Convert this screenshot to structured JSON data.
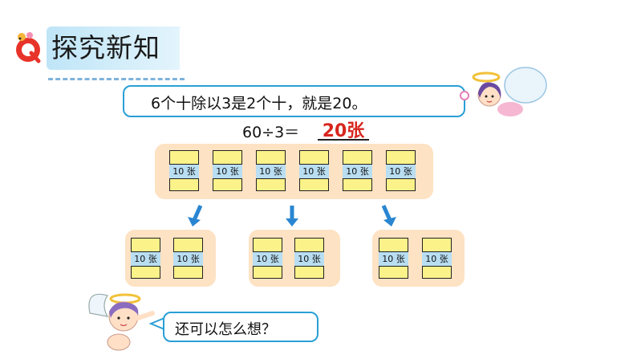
{
  "header": {
    "title": "探究新知"
  },
  "bubble_top": {
    "text": "6个十除以3是2个十，就是20。"
  },
  "equation": {
    "expression": "60÷3＝",
    "answer": "20张"
  },
  "card_label": "10 张",
  "top_panel": {
    "cards": [
      "10 张",
      "10 张",
      "10 张",
      "10 张",
      "10 张",
      "10 张"
    ]
  },
  "groups": [
    {
      "cards": [
        "10 张",
        "10 张"
      ]
    },
    {
      "cards": [
        "10 张",
        "10 张"
      ]
    },
    {
      "cards": [
        "10 张",
        "10 张"
      ]
    }
  ],
  "bubble_bottom": {
    "text": "还可以怎么想？"
  },
  "colors": {
    "accent_blue": "#2a9fd6",
    "answer_red": "#d7261e",
    "panel": "#fde2c3",
    "card": "#fbf28a",
    "band": "#b9def2"
  }
}
